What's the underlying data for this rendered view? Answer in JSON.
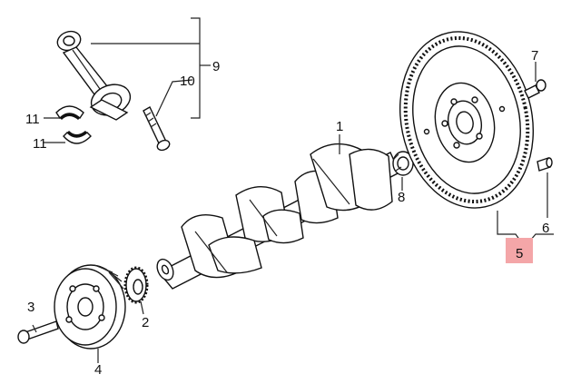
{
  "callouts": {
    "c1": "1",
    "c2": "2",
    "c3": "3",
    "c4": "4",
    "c5": "5",
    "c6": "6",
    "c7": "7",
    "c8": "8",
    "c9": "9",
    "c10": "10",
    "c11a": "11",
    "c11b": "11"
  },
  "colors": {
    "highlight": "#f4a6a8",
    "ink": "#111111"
  }
}
